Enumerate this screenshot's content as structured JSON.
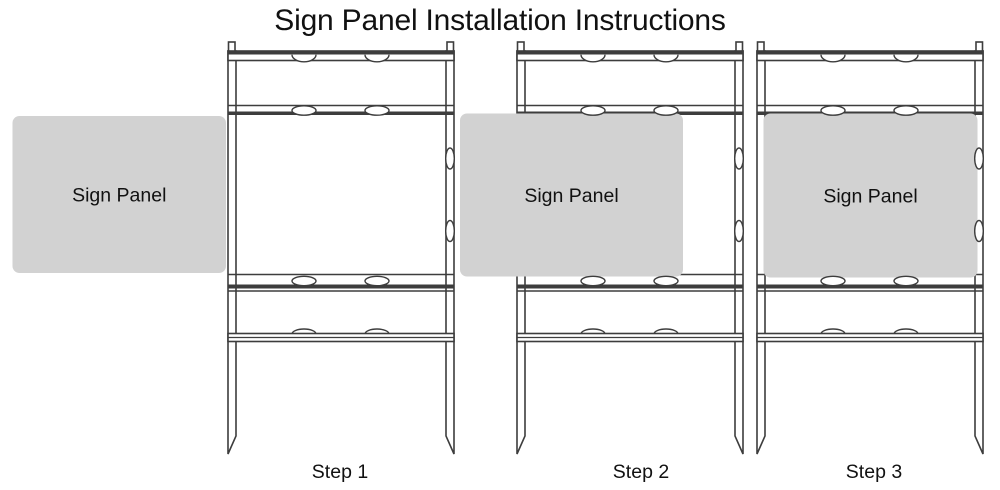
{
  "title": "Sign Panel Installation Instructions",
  "colors": {
    "background": "#ffffff",
    "panel_fill": "#d2d2d2",
    "line": "#3d3d3d",
    "text": "#111111"
  },
  "steps": [
    {
      "label": "Step 1",
      "panel_label": "Sign Panel"
    },
    {
      "label": "Step 2",
      "panel_label": "Sign Panel"
    },
    {
      "label": "Step 3",
      "panel_label": "Sign Panel"
    }
  ]
}
